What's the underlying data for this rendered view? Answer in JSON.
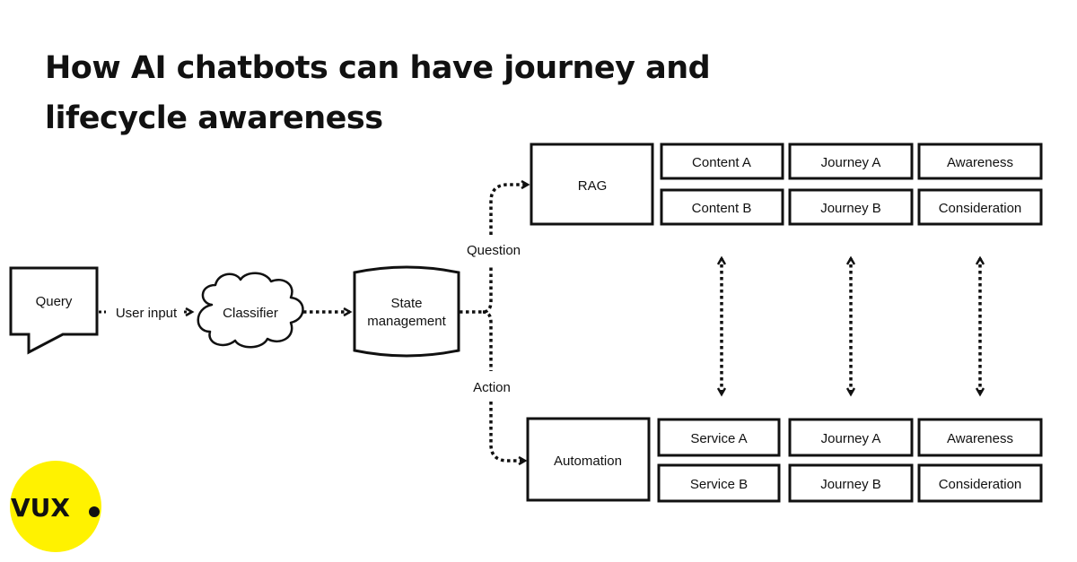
{
  "title": {
    "line1": "How AI chatbots can have journey and",
    "line2": "lifecycle awareness"
  },
  "nodes": {
    "query": "Query",
    "user_input": "User input",
    "classifier": "Classifier",
    "state_line1": "State",
    "state_line2": "management",
    "question": "Question",
    "action": "Action",
    "rag": "RAG",
    "automation": "Automation"
  },
  "rag_grid": [
    [
      "Content A",
      "Journey A",
      "Awareness"
    ],
    [
      "Content B",
      "Journey B",
      "Consideration"
    ]
  ],
  "automation_grid": [
    [
      "Service A",
      "Journey A",
      "Awareness"
    ],
    [
      "Service B",
      "Journey B",
      "Consideration"
    ]
  ],
  "logo": {
    "text": "VUX",
    "color": "#FFF200"
  },
  "colors": {
    "ink": "#111111",
    "background": "#FFFFFF"
  }
}
